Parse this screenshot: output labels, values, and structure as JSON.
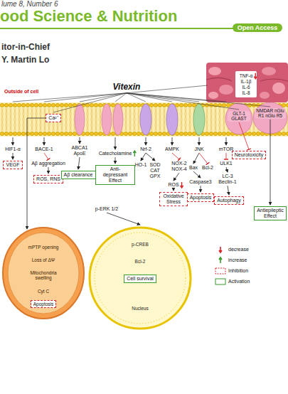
{
  "diagram": {
    "title": "ood Science & Nutrition",
    "nodes": [
      {
        "text": [
          "Open Access"
        ]
      },
      {
        "text": [
          "Ca²⁺"
        ]
      },
      {
        "text": [
          "VEGF"
        ]
      },
      {
        "text": [
          "ROS, RNS"
        ]
      },
      {
        "text": [
          "Aβ clearance"
        ]
      },
      {
        "text": [
          "Anti-depressant Effect"
        ]
      },
      {
        "text": [
          "Oxidative Stress"
        ]
      },
      {
        "text": [
          "Apoptosis"
        ]
      },
      {
        "text": [
          "Autophagy"
        ]
      },
      {
        "text": [
          "Neurotoxicity"
        ]
      },
      {
        "text": [
          "Antiepileptic Effect"
        ]
      },
      {
        "text": [
          "mPTP opening",
          "Loss of ΔΨ",
          "Mitochondria swelling",
          "Cyt C"
        ]
      },
      {
        "text": [
          "Apoptosis"
        ],
        "in": 11
      },
      {
        "text": [
          "p-CREB",
          "Bcl-2",
          "Nucleus"
        ]
      },
      {
        "text": [
          "Cell survival"
        ],
        "in": 13
      }
    ],
    "edges": [
      {
        "from": 1,
        "to": 11,
        "arrow": "to"
      }
    ],
    "labels": [
      "lume 8, Number 6",
      "itor-in-Chief",
      "Y. Martin Lo",
      "Vitexin",
      "TNF-α",
      "IL-1β",
      "IL-6",
      "IL-8",
      "Outside of cell",
      "HIF1-α",
      "BACE-1",
      "Aβ aggregation",
      "ABCA1 ApoE",
      "Catecholamine",
      "p-ERK 1/2",
      "Nrf-2",
      "HO-1",
      "SOD CAT GPX",
      "AMPK",
      "NOX-2 NOX-4",
      "ROS",
      "JNK",
      "Bax",
      "Bcl-2",
      "Caspase3",
      "mTOR",
      "ULK1",
      "LC-3 Beclin-1",
      "GLT-1 GLAST",
      "NMDAR nGlu R1 nGlu R5"
    ],
    "legend": [
      {
        "text": "decrease"
      },
      {
        "text": "increase"
      },
      {
        "text": "Inhibition"
      },
      {
        "text": "Activation"
      }
    ]
  }
}
